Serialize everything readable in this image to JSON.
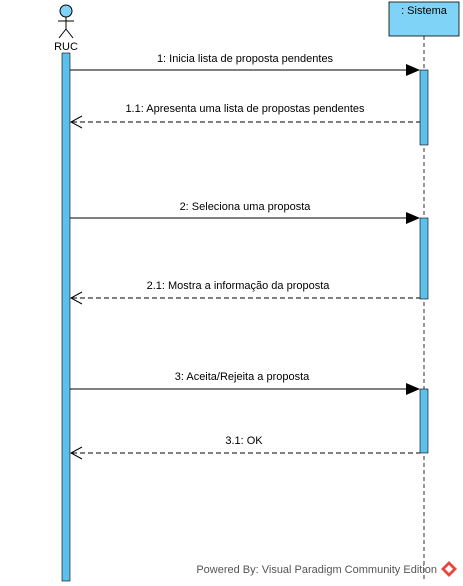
{
  "participants": {
    "actor": {
      "name": "RUC"
    },
    "system": {
      "name": ": Sistema"
    }
  },
  "messages": [
    {
      "id": "1",
      "label": "1: Inicia lista de proposta pendentes",
      "kind": "call"
    },
    {
      "id": "1.1",
      "label": "1.1: Apresenta uma lista de propostas pendentes",
      "kind": "return"
    },
    {
      "id": "2",
      "label": "2: Seleciona uma proposta",
      "kind": "call"
    },
    {
      "id": "2.1",
      "label": "2.1: Mostra a informação da proposta",
      "kind": "return"
    },
    {
      "id": "3",
      "label": "3: Aceita/Rejeita a proposta",
      "kind": "call"
    },
    {
      "id": "3.1",
      "label": "3.1: OK",
      "kind": "return"
    }
  ],
  "footer": {
    "text": "Powered By: Visual Paradigm Community Edition"
  },
  "colors": {
    "activation": "#5bc0eb",
    "system_box": "#7fd3f7",
    "line": "#000000"
  }
}
